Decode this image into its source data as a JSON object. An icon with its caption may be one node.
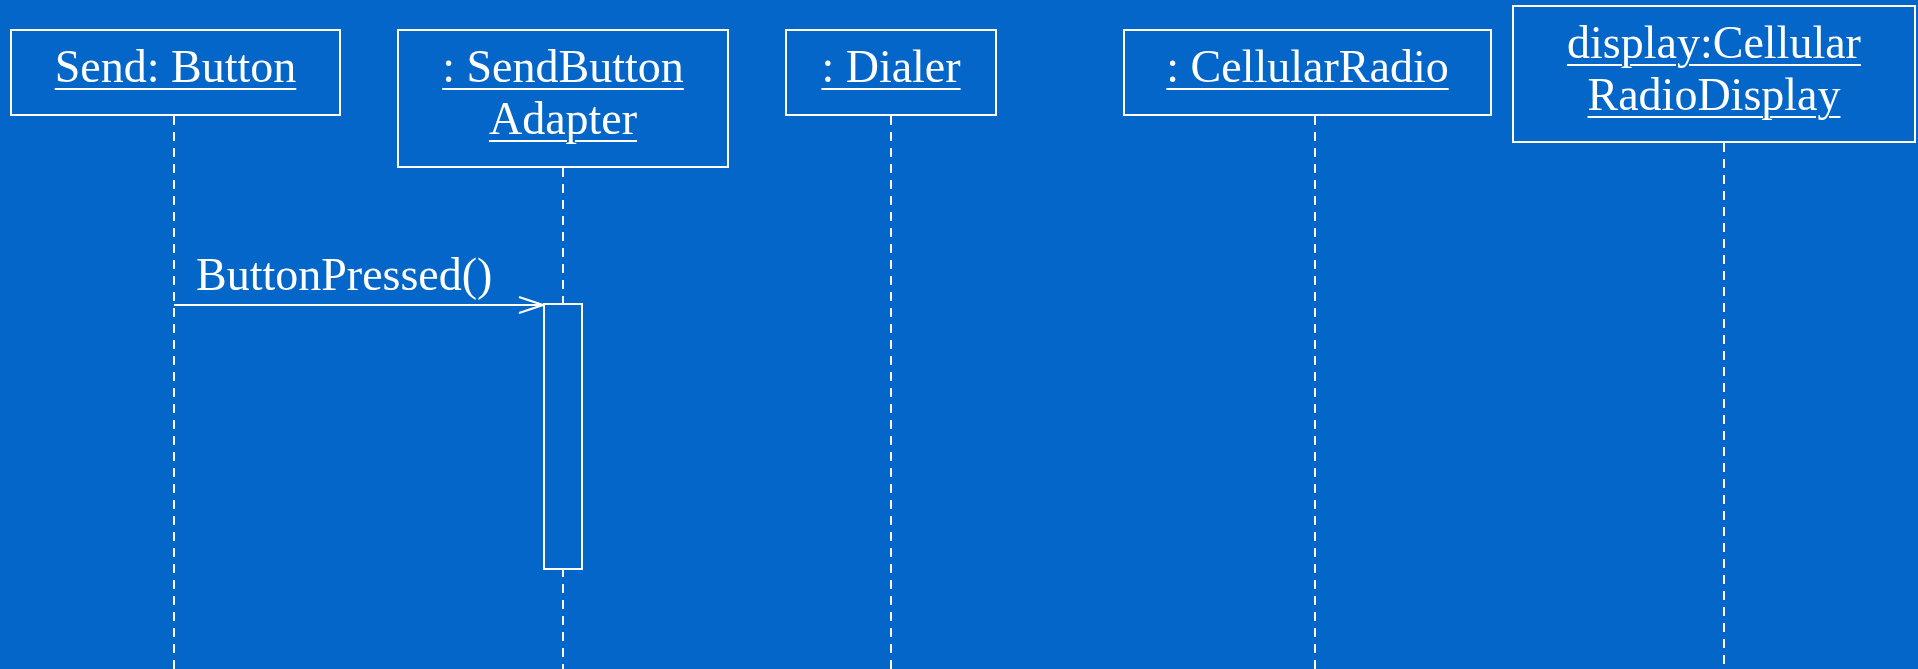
{
  "diagram": {
    "nodes": [
      {
        "text": [
          "Send: Button"
        ]
      },
      {
        "text": [
          ": SendButton Adapter"
        ]
      },
      {
        "text": [
          ": Dialer"
        ]
      },
      {
        "text": [
          ": CellularRadio"
        ]
      },
      {
        "text": [
          "display:Cellular RadioDisplay"
        ]
      },
      {
        "text": [],
        "shape": "bar",
        "in": 1
      }
    ],
    "edges": [
      {
        "from": 0,
        "to": 5,
        "arrow": "to",
        "label": "ButtonPressed()"
      }
    ]
  }
}
